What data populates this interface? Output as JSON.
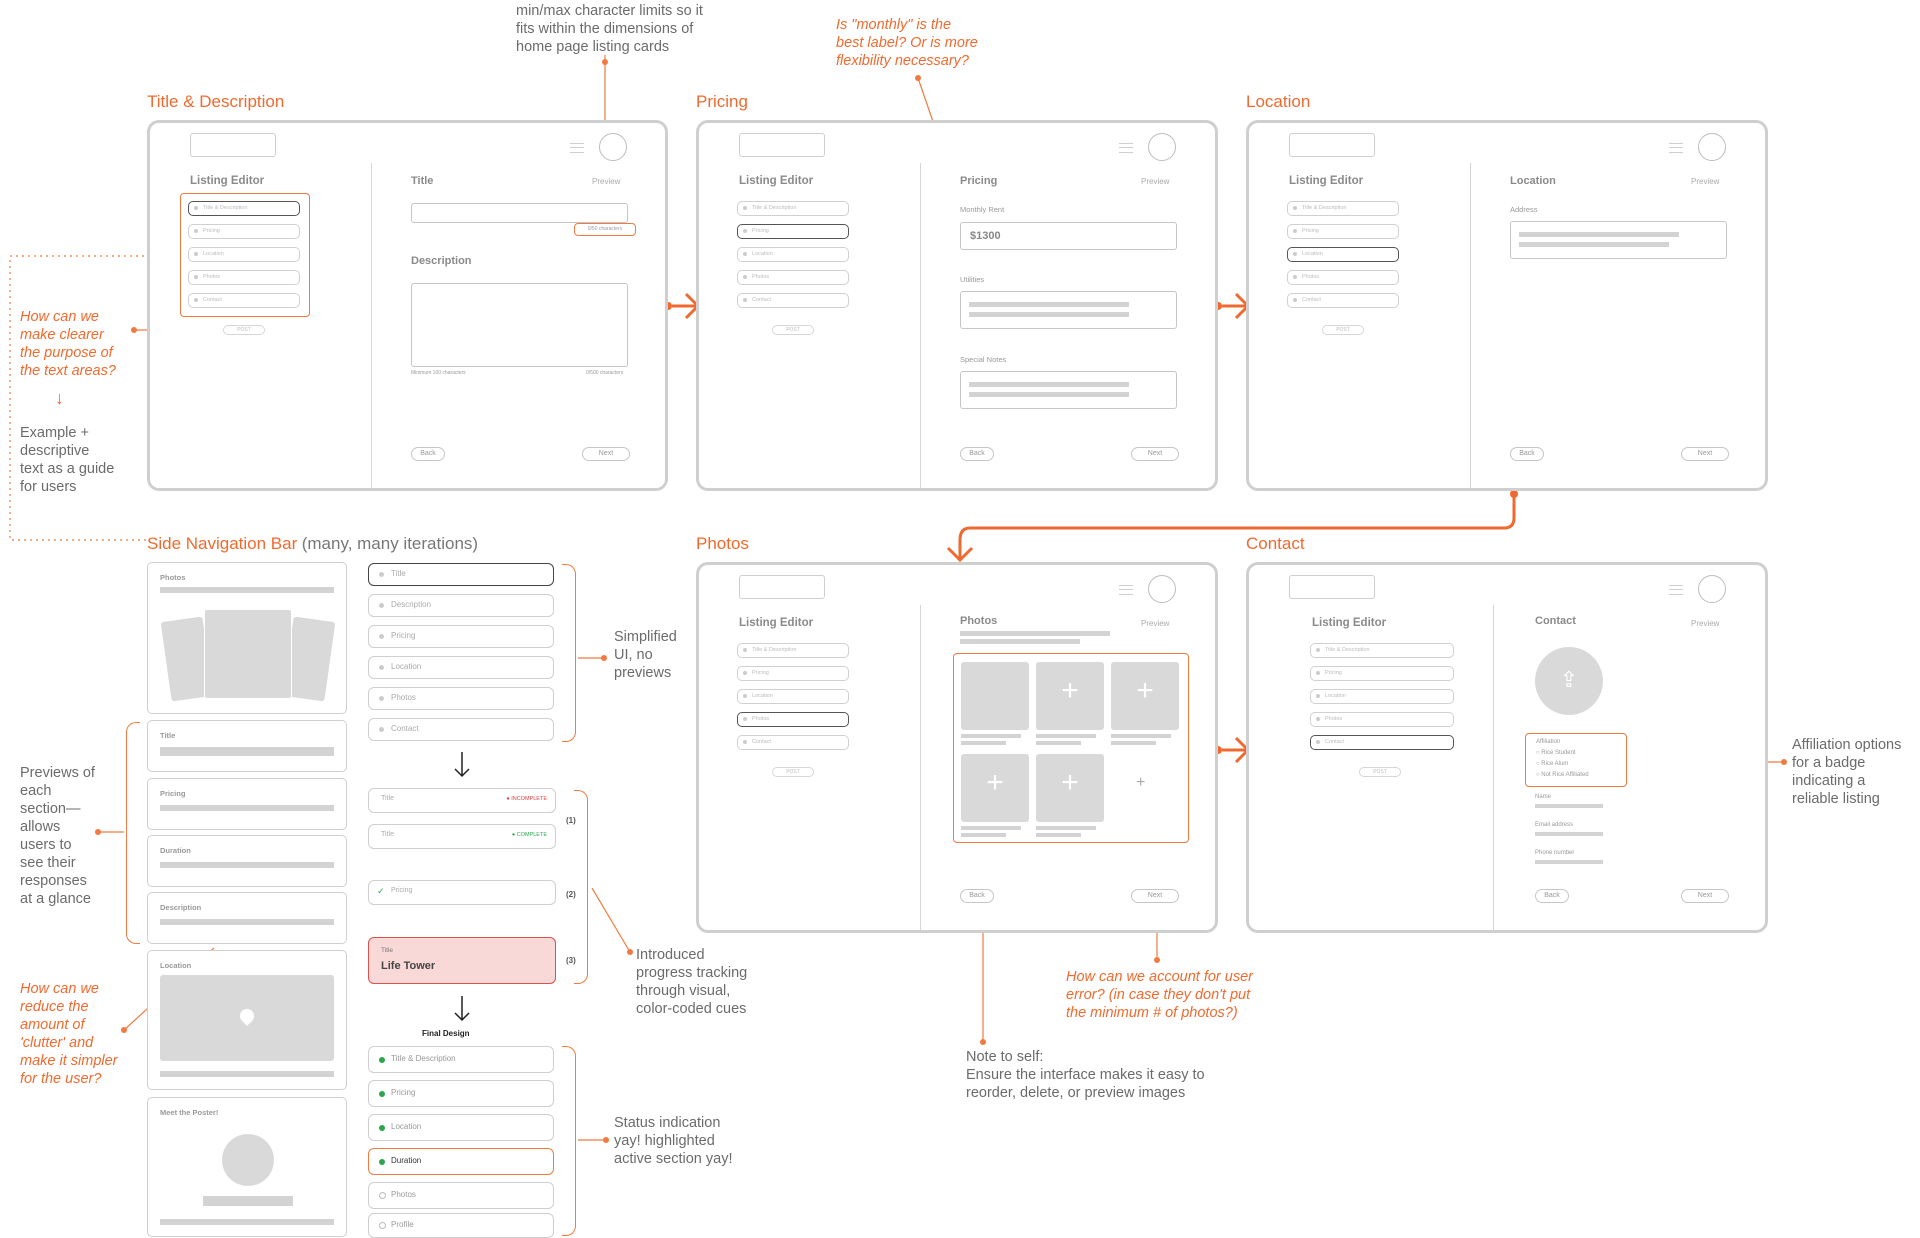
{
  "annotations": {
    "char_limits": [
      "min/max character limits so it",
      "fits within the dimensions of",
      "home page listing cards"
    ],
    "monthly_q": [
      "Is \"monthly\" is the",
      "best label? Or is more",
      "flexibility necessary?"
    ],
    "text_areas_q": [
      "How can we",
      "make clearer",
      "the purpose of",
      "the text areas?"
    ],
    "text_areas_arrow": "↓",
    "example_note": [
      "Example +",
      "descriptive",
      "text as a guide",
      "for users"
    ],
    "simplified": [
      "Simplified",
      "UI, no",
      "previews"
    ],
    "previews": [
      "Previews of",
      "each",
      "section—",
      "allows",
      "users to",
      "see their",
      "responses",
      "at a glance"
    ],
    "clutter_q": [
      "How can we",
      "reduce the",
      "amount of",
      "'clutter' and",
      "make it simpler",
      "for the user?"
    ],
    "progress": [
      "Introduced",
      "progress tracking",
      "through visual,",
      "color-coded cues"
    ],
    "status": [
      "Status indication",
      "yay! highlighted",
      "active section yay!"
    ],
    "user_error": [
      "How can we account for user",
      "error? (in case they don't put",
      "the minimum # of photos?)"
    ],
    "self_note": [
      "Note to self:",
      "Ensure the interface makes it easy to",
      "reorder, delete, or preview images"
    ],
    "affiliation": [
      "Affiliation options",
      "for a badge",
      "indicating a",
      "reliable listing"
    ]
  },
  "sections": {
    "title_desc": "Title & Description",
    "pricing": "Pricing",
    "location": "Location",
    "photos": "Photos",
    "contact": "Contact",
    "sidenav": "Side Navigation Bar",
    "sidenav_sub": "(many, many iterations)"
  },
  "editor": {
    "listing_editor": "Listing Editor",
    "nav": [
      "Title & Description",
      "Pricing",
      "Location",
      "Photos",
      "Contact"
    ],
    "post": "POST",
    "preview": "Preview",
    "back": "Back",
    "next": "Next"
  },
  "title_screen": {
    "title_label": "Title",
    "char_count": "0/50 characters",
    "desc_label": "Description",
    "min_chars": "Minimum 100 characters",
    "max_chars": "0/500 characters"
  },
  "pricing_screen": {
    "heading": "Pricing",
    "monthly_rent": "Monthly Rent",
    "rent_value": "$1300",
    "utilities": "Utilities",
    "special_notes": "Special Notes"
  },
  "location_screen": {
    "heading": "Location",
    "address": "Address"
  },
  "photos_screen": {
    "heading": "Photos",
    "plus": "+"
  },
  "contact_screen": {
    "heading": "Contact",
    "upload_icon": "⇪",
    "affiliation": "Affiliation",
    "options": [
      "Rice Student",
      "Rice Alum",
      "Not Rice Affiliated"
    ],
    "name": "Name",
    "email": "Email address",
    "phone": "Phone number"
  },
  "preview_cards": [
    "Photos",
    "Title",
    "Pricing",
    "Duration",
    "Description",
    "Location",
    "Meet the Poster!"
  ],
  "simple_nav": [
    "Title",
    "Description",
    "Pricing",
    "Location",
    "Photos",
    "Contact"
  ],
  "progress_nav": {
    "t1": "Title",
    "incomplete": "INCOMPLETE",
    "t2": "Title",
    "complete": "COMPLETE",
    "t3": "Pricing",
    "t4_label": "Title",
    "t4_value": "Life Tower",
    "n1": "(1)",
    "n2": "(2)",
    "n3": "(3)"
  },
  "final_label": "Final Design",
  "final_nav": [
    "Title & Description",
    "Pricing",
    "Location",
    "Duration",
    "Photos",
    "Profile"
  ],
  "colors": {
    "accent": "#f06a2f",
    "complete": "#2ca54e",
    "incomplete": "#e23b3b",
    "active_fill": "#f9d8d8"
  }
}
